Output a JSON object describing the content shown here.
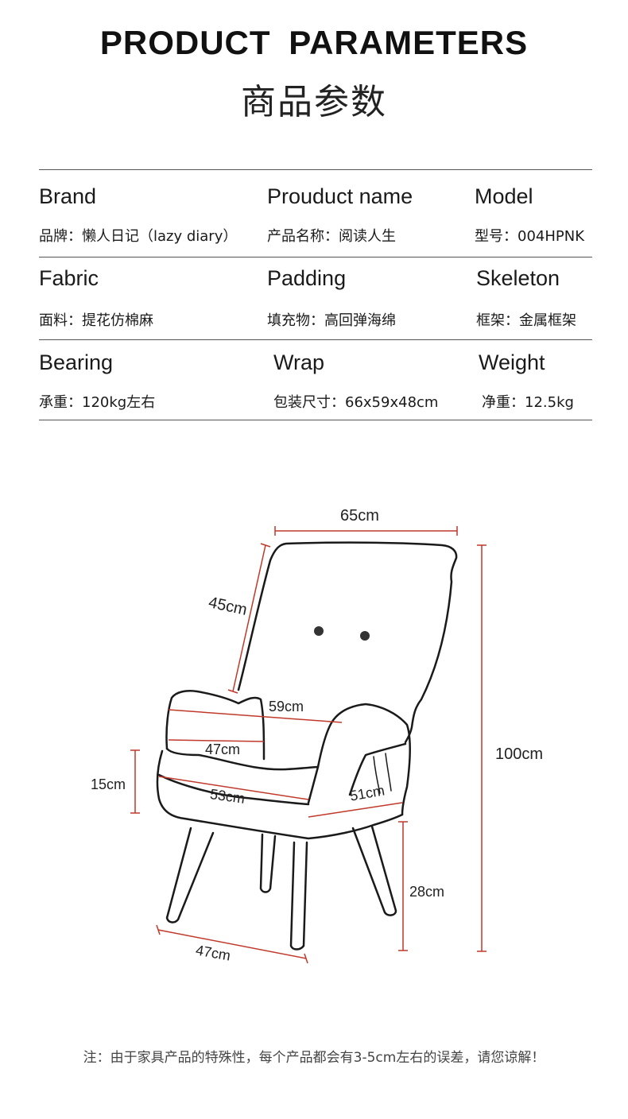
{
  "header": {
    "title_en": "PRODUCT  PARAMETERS",
    "title_zh": "商品参数"
  },
  "params": [
    {
      "en": "Brand",
      "zh": "品牌：懒人日记（lazy diary）"
    },
    {
      "en": "Prouduct name",
      "zh": "产品名称：阅读人生"
    },
    {
      "en": "Model",
      "zh": "型号：004HPNK"
    },
    {
      "en": "Fabric",
      "zh": "面料：提花仿棉麻"
    },
    {
      "en": "Padding",
      "zh": "填充物：高回弹海绵"
    },
    {
      "en": "Skeleton",
      "zh": "框架：金属框架"
    },
    {
      "en": "Bearing",
      "zh": "承重：120kg左右"
    },
    {
      "en": "Wrap",
      "zh": "包装尺寸：66x59x48cm"
    },
    {
      "en": "Weight",
      "zh": "净重：12.5kg"
    }
  ],
  "dimensions": {
    "top_width": "65cm",
    "back_height": "45cm",
    "total_height": "100cm",
    "arm_width": "59cm",
    "inner_width": "47cm",
    "arm_height": "15cm",
    "seat_width": "53cm",
    "seat_depth": "51cm",
    "leg_height": "28cm",
    "base_width": "47cm"
  },
  "colors": {
    "dimension_line": "#c0392b",
    "outline": "#1a1a1a"
  },
  "footer_note": "注：由于家具产品的特殊性，每个产品都会有3-5cm左右的误差，请您谅解！"
}
